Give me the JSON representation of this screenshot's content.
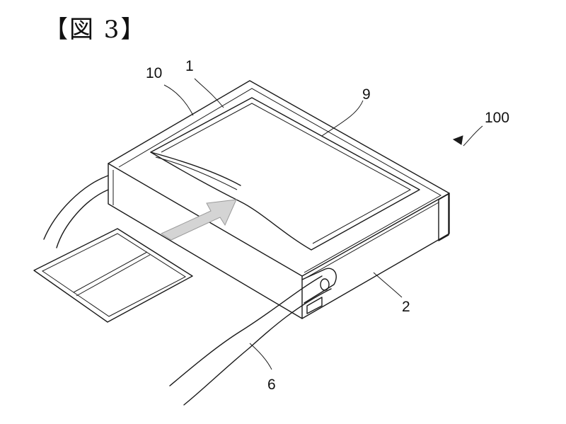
{
  "figure": {
    "title": "【図 3】"
  },
  "labels": {
    "ref_10": "10",
    "ref_1": "1",
    "ref_9": "9",
    "ref_100": "100",
    "ref_2": "2",
    "ref_6": "6"
  },
  "colors": {
    "line": "#1a1a1a",
    "arrow_fill": "#d4d4d4"
  }
}
